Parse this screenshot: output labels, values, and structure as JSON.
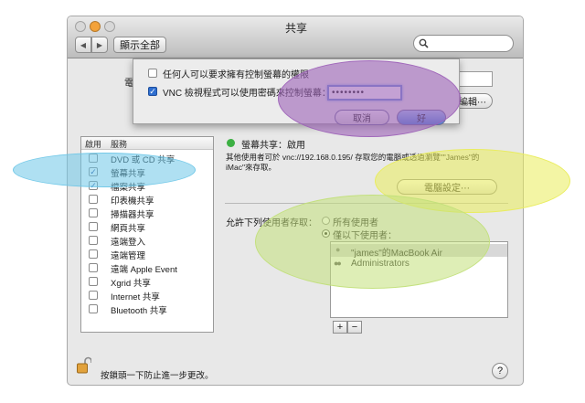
{
  "window": {
    "title": "共享",
    "show_all": "顯示全部",
    "back_label": "◀",
    "forward_label": "▶"
  },
  "search": {
    "icon": "search-icon",
    "placeholder": ""
  },
  "sheet": {
    "option1": "任何人可以要求擁有控制螢幕的權限",
    "option1_checked": false,
    "option2": "VNC 檢視程式可以使用密碼來控制螢幕：",
    "option2_checked": true,
    "password": "••••••••",
    "cancel": "取消",
    "ok": "好"
  },
  "background_fields": {
    "computer_name_partial": "電",
    "edit_button_partial": "編輯⋯"
  },
  "services": {
    "col_on": "啟用",
    "col_service": "服務",
    "items": [
      {
        "label": "DVD 或 CD 共享",
        "checked": false
      },
      {
        "label": "螢幕共享",
        "checked": true
      },
      {
        "label": "檔案共享",
        "checked": true
      },
      {
        "label": "印表機共享",
        "checked": false
      },
      {
        "label": "掃描器共享",
        "checked": false
      },
      {
        "label": "網頁共享",
        "checked": false
      },
      {
        "label": "遠端登入",
        "checked": false
      },
      {
        "label": "遠端管理",
        "checked": false
      },
      {
        "label": "遠端 Apple Event",
        "checked": false
      },
      {
        "label": "Xgrid 共享",
        "checked": false
      },
      {
        "label": "Internet 共享",
        "checked": false
      },
      {
        "label": "Bluetooth 共享",
        "checked": false
      }
    ]
  },
  "detail": {
    "status": "螢幕共享：啟用",
    "status_color": "#3cb043",
    "description_line1": "其他使用者可於 vnc://192.168.0.195/ 存取您的電腦或透過瀏覽\"\"James\"的",
    "description_line2": "iMac\"來存取。",
    "computer_settings": "電腦設定⋯",
    "allow_access_for": "允許下列使用者存取：",
    "all_users": "所有使用者",
    "only_these_users": "僅以下使用者：",
    "users": [
      {
        "label": "\"james\"的MacBook Air",
        "icon": "user-icon"
      },
      {
        "label": "Administrators",
        "icon": "group-icon"
      }
    ],
    "add": "+",
    "remove": "−"
  },
  "footer": {
    "lock_text": "按鎖頭一下防止進一步更改。",
    "help": "?"
  },
  "colors": {
    "cyan_highlight": "#6ec6e8",
    "yellow_highlight": "#e9ec5a",
    "green_highlight": "#c2e07a",
    "purple_highlight": "#9d63b8",
    "blue_checkbox": "#1f4f9e"
  }
}
